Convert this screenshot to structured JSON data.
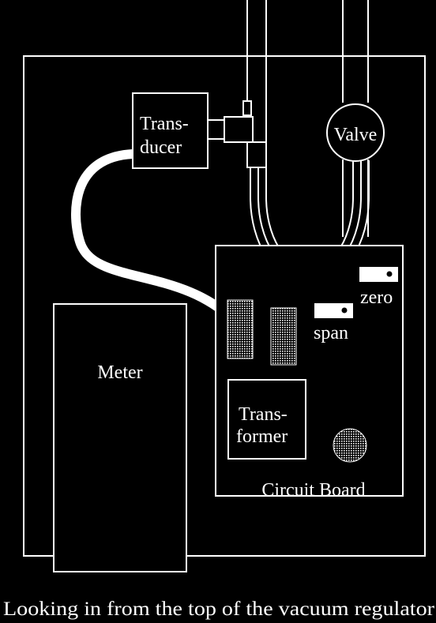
{
  "diagram": {
    "labels": {
      "transducer_line1": "Trans-",
      "transducer_line2": "ducer",
      "valve": "Valve",
      "meter": "Meter",
      "zero": "zero",
      "span": "span",
      "transformer_line1": "Trans-",
      "transformer_line2": "former",
      "circuit_board": "Circuit Board"
    },
    "caption": "Looking in from the top of the vacuum regulator",
    "colors": {
      "background": "#000000",
      "line": "#ffffff",
      "chip_fill": "#9a9a9a"
    }
  }
}
